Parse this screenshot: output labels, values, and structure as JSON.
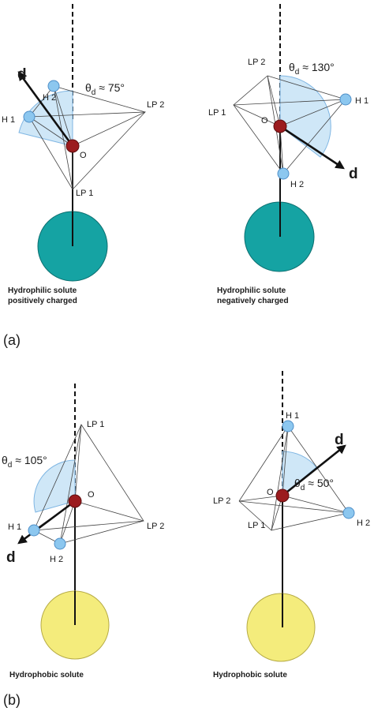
{
  "colors": {
    "hydrophilic_solute": "#15a3a3",
    "hydrophobic_solute": "#f4ec7c",
    "hydrogen": "#8cc7ef",
    "oxygen": "#9b1b1e",
    "angle_wedge": "#cfe7f7"
  },
  "panels": [
    {
      "label": "(a)",
      "diagrams": [
        {
          "oxygen": "O",
          "dipole": "d",
          "angle_symbol": "θ",
          "angle_sub": "d",
          "angle_value": "≈ 75°",
          "atoms": [
            "H 2",
            "H 1",
            "LP 2",
            "LP 1"
          ],
          "caption": [
            "Hydrophilic solute",
            "positively charged"
          ]
        },
        {
          "oxygen": "O",
          "dipole": "d",
          "angle_symbol": "θ",
          "angle_sub": "d",
          "angle_value": "≈ 130°",
          "atoms": [
            "LP 2",
            "LP 1",
            "H 1",
            "H 2"
          ],
          "caption": [
            "Hydrophilic solute",
            "negatively charged"
          ]
        }
      ]
    },
    {
      "label": "(b)",
      "diagrams": [
        {
          "oxygen": "O",
          "dipole": "d",
          "angle_symbol": "θ",
          "angle_sub": "d",
          "angle_value": "≈ 105°",
          "atoms": [
            "LP 1",
            "H 1",
            "LP 2",
            "H 2"
          ],
          "caption": [
            "Hydrophobic solute"
          ]
        },
        {
          "oxygen": "O",
          "dipole": "d",
          "angle_symbol": "θ",
          "angle_sub": "d",
          "angle_value": "≈ 50°",
          "atoms": [
            "H 1",
            "LP 2",
            "H 2",
            "LP 1"
          ],
          "caption": [
            "Hydrophobic solute"
          ]
        }
      ]
    }
  ]
}
